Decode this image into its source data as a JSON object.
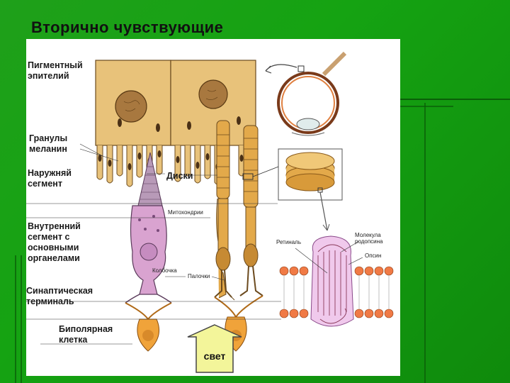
{
  "title": "Вторично чувствующие",
  "labels": {
    "pigment_epithelium": "Пигментный\nэпителий",
    "melanin_granules": "Гранулы\nмеланин",
    "outer_segment": "Наружняй\nсегмент",
    "inner_segment": "Внутренний\nсегмент с\nосновными\nорганелами",
    "synaptic_terminal": "Синаптическая\nтерминаль",
    "bipolar_cell": "Биполярная\nклетка",
    "discs": "Диски",
    "mitochondria": "Митохондрии",
    "cone": "Колбочка",
    "rods": "Палочки",
    "retinal": "Ретиналь",
    "rhodopsin_molecule": "Молекула\nродопсина",
    "opsin": "Опсин",
    "light": "свет"
  },
  "colors": {
    "background": "#15a312",
    "pigment_cell": "#e8c27a",
    "nucleus": "#a8783f",
    "cone": "#d9a3d0",
    "rod": "#e3a94a",
    "bipolar": "#f0a33a",
    "membrane_head": "#f07a45",
    "opsin": "#f0c9ec"
  }
}
